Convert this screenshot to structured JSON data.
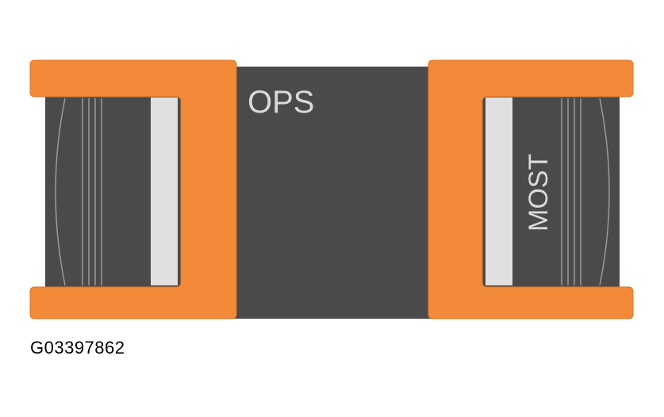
{
  "labels": {
    "center": "OPS",
    "right_connector": "MOST"
  },
  "reference_code": "G03397862",
  "colors": {
    "housing_orange": "#f28a3a",
    "body_dark": "#4a4a4a",
    "contact_light": "#e0e0e0",
    "ridge_lines": "#9a9a9a",
    "label_text": "#d9d9d9"
  }
}
